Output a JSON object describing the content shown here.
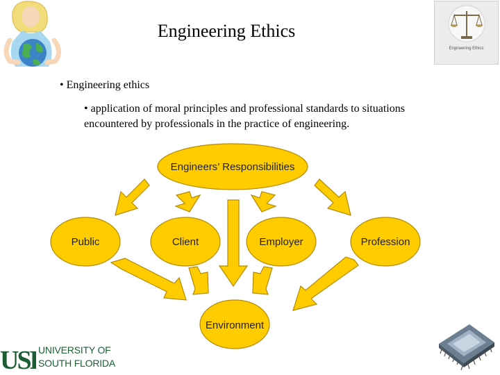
{
  "slide": {
    "title": "Engineering Ethics",
    "bullet_level1": "• Engineering ethics",
    "bullet_level2": "• application of moral principles and professional standards to situations encountered by professionals in the practice of engineering."
  },
  "diagram": {
    "center_top": "Engineers’ Responsibilities",
    "nodes": [
      "Public",
      "Client",
      "Employer",
      "Profession"
    ],
    "bottom": "Environment",
    "colors": {
      "fill": "#ffcc00",
      "stroke": "#b38a00"
    }
  },
  "images": {
    "top_left": "woman-holding-globe-illustration",
    "top_right_caption": "Engineering Ethics",
    "bottom_right": "computer-chip-icon"
  },
  "logo": {
    "usf_mark": "USF",
    "line1": "UNIVERSITY OF",
    "line2": "SOUTH FLORIDA",
    "color": "#1c5e34"
  }
}
